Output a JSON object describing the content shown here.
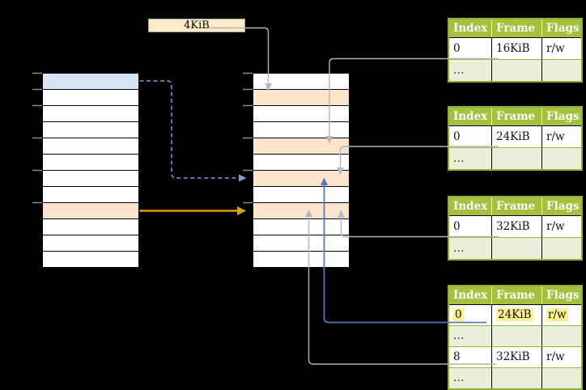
{
  "diagram": {
    "title_hint": "two-level page table mapping diagram",
    "size_label": "4KiB"
  },
  "colors": {
    "background": "#000000",
    "header_green": "#a3c13c",
    "row_light_green": "#e9efd8",
    "table_border_green": "#8fae33",
    "entry_orange": "#fce5cc",
    "entry_blue": "#d6e4f4",
    "label_box_fill": "#fdecc7",
    "highlight_yellow": "#fbf18e",
    "arrow_gray": "#b3b3b3",
    "arrow_blue_solid": "#5a78ae",
    "arrow_blue_dashed": "#7e9fd2",
    "arrow_orange": "#dd9d0e"
  },
  "page_directory": {
    "row_count": 12,
    "blue_row": 1,
    "orange_row": 9
  },
  "page_table": {
    "row_count": 12,
    "orange_rows": [
      2,
      5,
      7,
      9
    ]
  },
  "frame_tables": [
    {
      "headers": [
        "Index",
        "Frame",
        "Flags"
      ],
      "rows": [
        {
          "index": "0",
          "frame": "16KiB",
          "flags": "r/w"
        },
        {
          "index": "…",
          "frame": "",
          "flags": ""
        }
      ]
    },
    {
      "headers": [
        "Index",
        "Frame",
        "Flags"
      ],
      "rows": [
        {
          "index": "0",
          "frame": "24KiB",
          "flags": "r/w"
        },
        {
          "index": "…",
          "frame": "",
          "flags": ""
        }
      ]
    },
    {
      "headers": [
        "Index",
        "Frame",
        "Flags"
      ],
      "rows": [
        {
          "index": "0",
          "frame": "32KiB",
          "flags": "r/w"
        },
        {
          "index": "…",
          "frame": "",
          "flags": ""
        }
      ]
    },
    {
      "headers": [
        "Index",
        "Frame",
        "Flags"
      ],
      "rows": [
        {
          "index": "0",
          "frame": "24KiB",
          "flags": "r/w",
          "highlighted": true
        },
        {
          "index": "…",
          "frame": "",
          "flags": ""
        },
        {
          "index": "8",
          "frame": "32KiB",
          "flags": "r/w"
        },
        {
          "index": "…",
          "frame": "",
          "flags": ""
        }
      ]
    }
  ]
}
